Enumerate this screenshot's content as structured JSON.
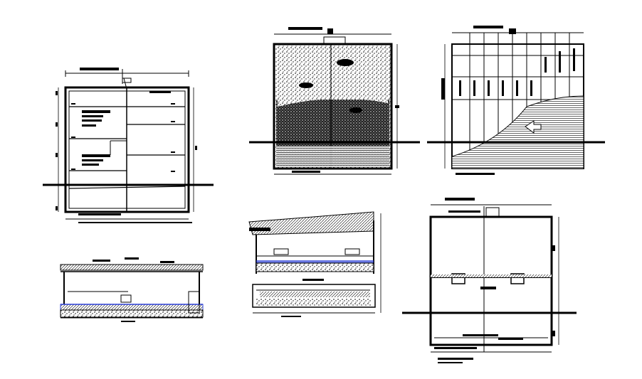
{
  "canvas": {
    "background": "#ffffff",
    "line_color": "#000000",
    "blue_accent": "#2b3fd6"
  },
  "views": [
    {
      "id": "plan-left"
    },
    {
      "id": "section-left-bottom"
    },
    {
      "id": "elevation-center-top"
    },
    {
      "id": "section-center-bottom"
    },
    {
      "id": "elevation-right-top"
    },
    {
      "id": "section-right-bottom"
    }
  ]
}
